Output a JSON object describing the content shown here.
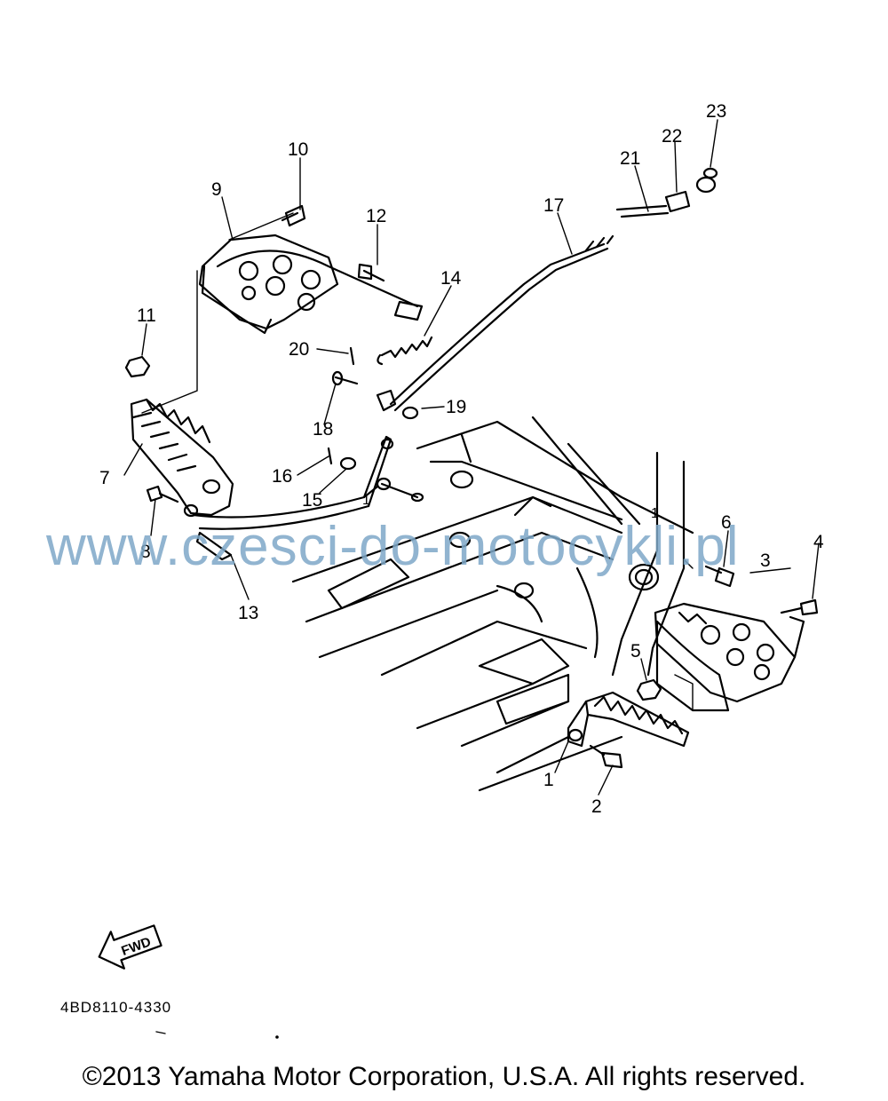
{
  "callouts": [
    {
      "id": "1",
      "text": "1"
    },
    {
      "id": "2",
      "text": "2"
    },
    {
      "id": "3",
      "text": "3"
    },
    {
      "id": "4",
      "text": "4"
    },
    {
      "id": "5",
      "text": "5"
    },
    {
      "id": "6",
      "text": "6"
    },
    {
      "id": "7",
      "text": "7"
    },
    {
      "id": "8",
      "text": "8"
    },
    {
      "id": "9",
      "text": "9"
    },
    {
      "id": "10",
      "text": "10"
    },
    {
      "id": "11",
      "text": "11"
    },
    {
      "id": "12",
      "text": "12"
    },
    {
      "id": "13",
      "text": "13"
    },
    {
      "id": "14",
      "text": "14"
    },
    {
      "id": "15",
      "text": "15"
    },
    {
      "id": "16",
      "text": "16"
    },
    {
      "id": "17",
      "text": "17"
    },
    {
      "id": "18",
      "text": "18"
    },
    {
      "id": "19",
      "text": "19"
    },
    {
      "id": "20",
      "text": "20"
    },
    {
      "id": "21",
      "text": "21"
    },
    {
      "id": "22",
      "text": "22"
    },
    {
      "id": "23",
      "text": "23"
    }
  ],
  "frame_marks": {
    "left": "1",
    "right": "1"
  },
  "fwd_label": "FWD",
  "drawing_code": "4BD8110-4330",
  "watermark": "www.czesci-do-motocykli.pl",
  "copyright": "©2013 Yamaha Motor Corporation, U.S.A. All rights reserved."
}
